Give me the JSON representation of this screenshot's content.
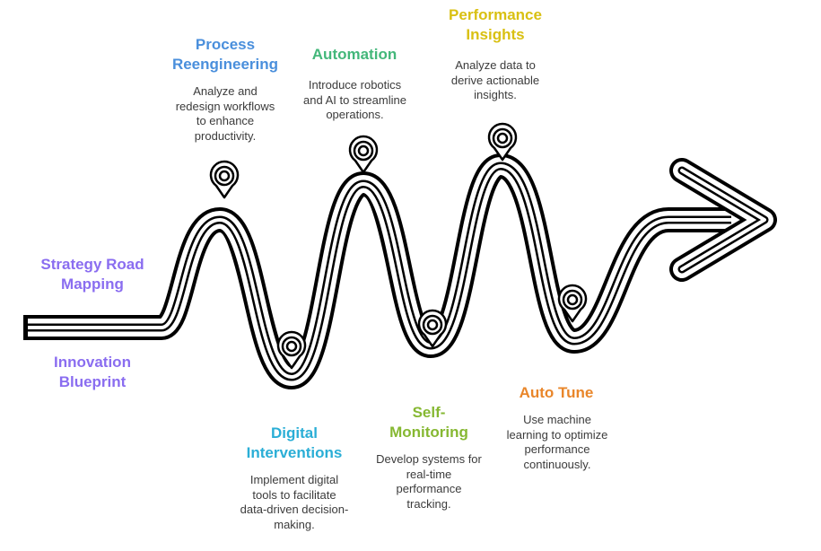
{
  "colors": {
    "path": "#000000",
    "purple": "#8a6df0",
    "blue": "#4a8fdc",
    "green": "#43b77a",
    "yellow": "#d9c012",
    "cyan": "#2aaed6",
    "lime": "#86b832",
    "orange": "#e9862a",
    "text": "#3b3b3b"
  },
  "stages": [
    {
      "id": "strategy",
      "title": [
        "Strategy Road",
        "Mapping"
      ],
      "description": [],
      "color": "#8a6df0"
    },
    {
      "id": "innovation",
      "title": [
        "Innovation",
        "Blueprint"
      ],
      "description": [],
      "color": "#8a6df0"
    },
    {
      "id": "process",
      "title": [
        "Process",
        "Reengineering"
      ],
      "description": [
        "Analyze and",
        "redesign workflows",
        "to enhance",
        "productivity."
      ],
      "color": "#4a8fdc"
    },
    {
      "id": "digital",
      "title": [
        "Digital",
        "Interventions"
      ],
      "description": [
        "Implement digital",
        "tools to facilitate",
        "data-driven decision-",
        "making."
      ],
      "color": "#2aaed6"
    },
    {
      "id": "automation",
      "title": [
        "Automation"
      ],
      "description": [
        "Introduce robotics",
        "and AI to streamline",
        "operations."
      ],
      "color": "#43b77a"
    },
    {
      "id": "self",
      "title": [
        "Self-",
        "Monitoring"
      ],
      "description": [
        "Develop systems for",
        "real-time",
        "performance",
        "tracking."
      ],
      "color": "#86b832"
    },
    {
      "id": "performance",
      "title": [
        "Performance",
        "Insights"
      ],
      "description": [
        "Analyze data to",
        "derive actionable",
        "insights."
      ],
      "color": "#d9c012"
    },
    {
      "id": "autotune",
      "title": [
        "Auto Tune"
      ],
      "description": [
        "Use machine",
        "learning to optimize",
        "performance",
        "continuously."
      ],
      "color": "#e9862a"
    }
  ]
}
